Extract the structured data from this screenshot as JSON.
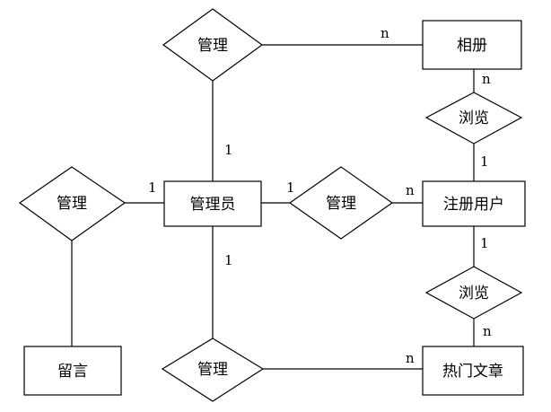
{
  "diagram": {
    "entities": {
      "album": "相册",
      "admin": "管理员",
      "user": "注册用户",
      "message": "留言",
      "article": "热门文章"
    },
    "relations": {
      "manage_top": "管理",
      "manage_left": "管理",
      "manage_mid": "管理",
      "manage_bottom": "管理",
      "browse_top": "浏览",
      "browse_bottom": "浏览"
    },
    "cardinalities": {
      "admin_album_admin": "1",
      "admin_album_album": "n",
      "album_user_album": "n",
      "album_user_user": "1",
      "admin_message_admin": "1",
      "admin_user_admin": "1",
      "admin_user_user": "n",
      "user_article_user": "1",
      "user_article_article": "n",
      "admin_article_admin": "1",
      "admin_article_article": "n"
    }
  }
}
